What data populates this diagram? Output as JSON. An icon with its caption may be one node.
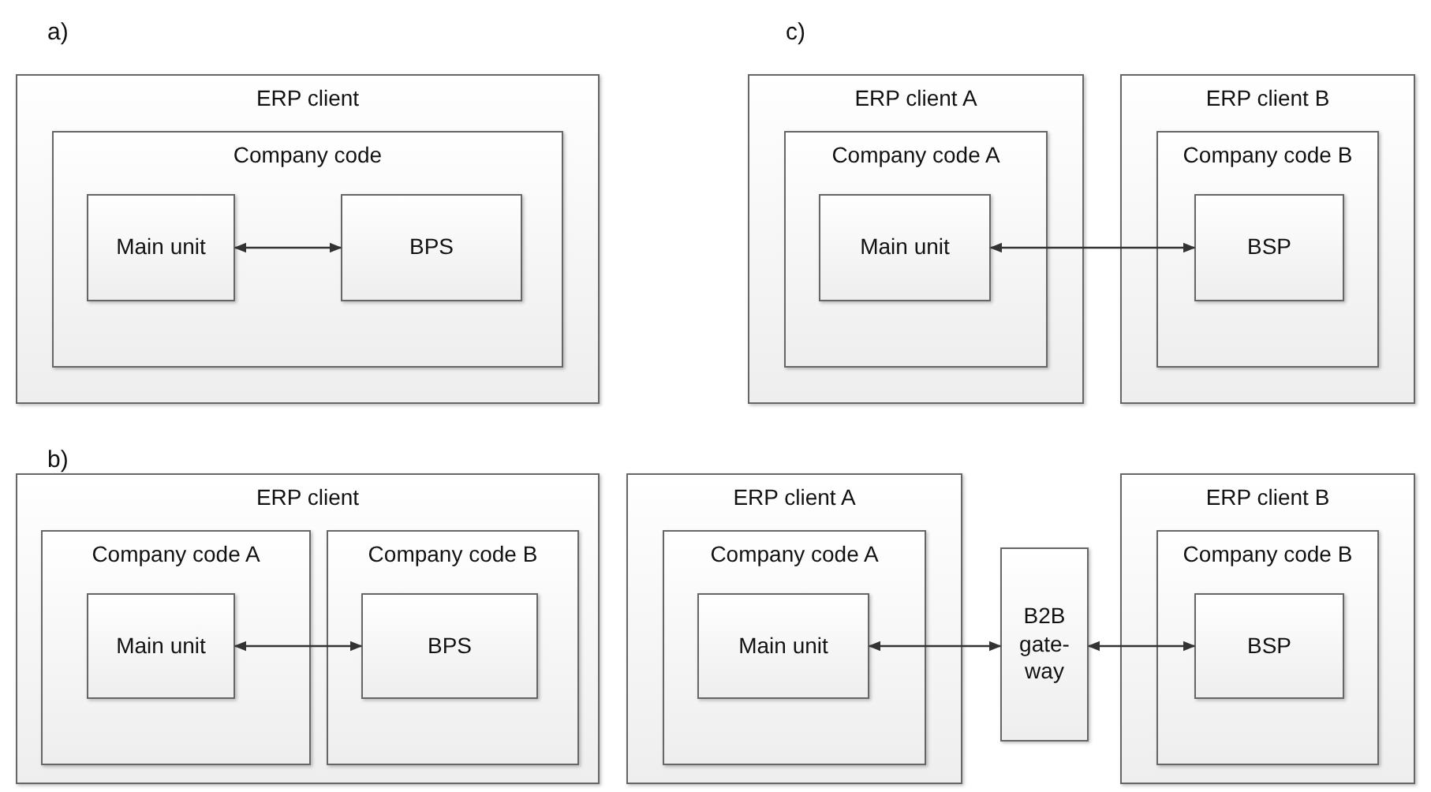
{
  "diagram": {
    "nodes": [
      {
        "text": [
          "ERP client"
        ]
      },
      {
        "text": [
          "Company code"
        ],
        "in": 0
      },
      {
        "text": [
          "Main unit"
        ],
        "in": 1
      },
      {
        "text": [
          "BPS"
        ],
        "in": 1
      },
      {
        "text": [
          "ERP client A"
        ]
      },
      {
        "text": [
          "Company code A"
        ],
        "in": 4
      },
      {
        "text": [
          "Main unit"
        ],
        "in": 5
      },
      {
        "text": [
          "ERP client B"
        ]
      },
      {
        "text": [
          "Company code B"
        ],
        "in": 7
      },
      {
        "text": [
          "BSP"
        ],
        "in": 8
      },
      {
        "text": [
          "ERP client"
        ]
      },
      {
        "text": [
          "Company code A"
        ],
        "in": 10
      },
      {
        "text": [
          "Main unit"
        ],
        "in": 11
      },
      {
        "text": [
          "Company code B"
        ],
        "in": 10
      },
      {
        "text": [
          "BPS"
        ],
        "in": 13
      },
      {
        "text": [
          "ERP client A"
        ]
      },
      {
        "text": [
          "Company code A"
        ],
        "in": 15
      },
      {
        "text": [
          "Main unit"
        ],
        "in": 16
      },
      {
        "text": [
          "B2B gate-way"
        ]
      },
      {
        "text": [
          "ERP client B"
        ]
      },
      {
        "text": [
          "Company code B"
        ],
        "in": 19
      },
      {
        "text": [
          "BSP"
        ],
        "in": 20
      }
    ],
    "edges": [
      {
        "from": 2,
        "to": 3,
        "arrow": "both"
      },
      {
        "from": 6,
        "to": 9,
        "arrow": "both"
      },
      {
        "from": 12,
        "to": 14,
        "arrow": "both"
      },
      {
        "from": 17,
        "to": 18,
        "arrow": "both"
      },
      {
        "from": 18,
        "to": 21,
        "arrow": "both"
      }
    ],
    "labels": [
      "a)",
      "c)",
      "b)"
    ]
  }
}
